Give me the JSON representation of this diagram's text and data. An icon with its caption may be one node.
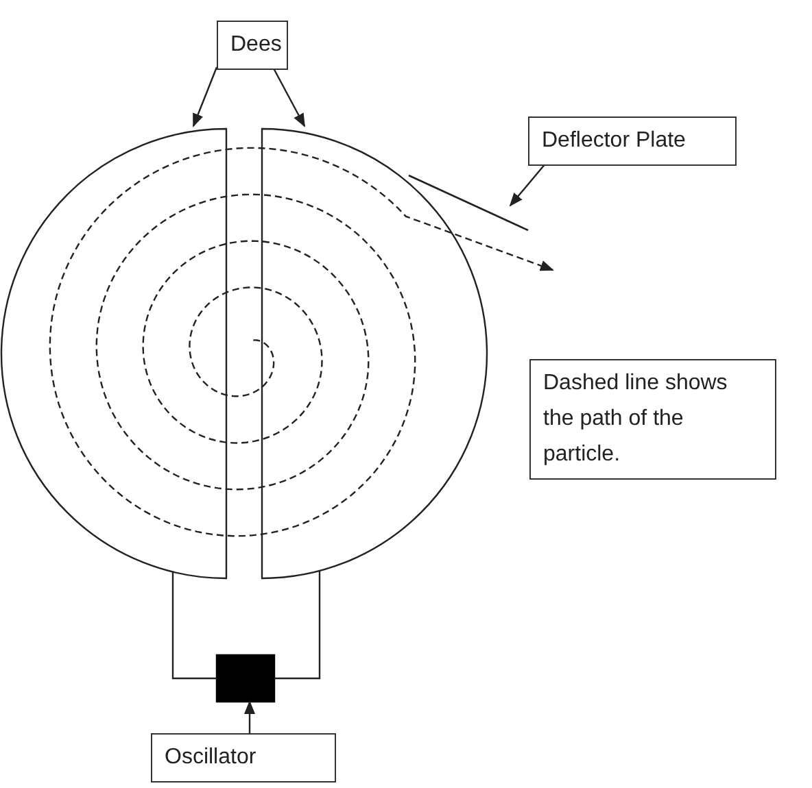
{
  "diagram": {
    "nodes": [
      {
        "text": [
          "Dees"
        ]
      },
      {
        "text": [],
        "shape": "semicircle"
      },
      {
        "text": [],
        "shape": "semicircle"
      },
      {
        "text": [
          "Deflector Plate"
        ]
      },
      {
        "text": [],
        "shape": "line"
      },
      {
        "text": [
          "Dashed line shows the path of the particle."
        ]
      },
      {
        "text": [],
        "shape": "box"
      },
      {
        "text": [
          "Oscillator"
        ]
      }
    ],
    "edges": [
      {
        "from": 0,
        "to": 1,
        "arrow": "to"
      },
      {
        "from": 0,
        "to": 2,
        "arrow": "to"
      },
      {
        "from": 3,
        "to": 4,
        "arrow": "to"
      },
      {
        "from": 7,
        "to": 6,
        "arrow": "to"
      },
      {
        "from": 6,
        "to": 1,
        "arrow": "none"
      },
      {
        "from": 6,
        "to": 2,
        "arrow": "none"
      },
      {
        "from": 2,
        "to": null,
        "arrow": "to",
        "style": "dashed"
      }
    ]
  }
}
